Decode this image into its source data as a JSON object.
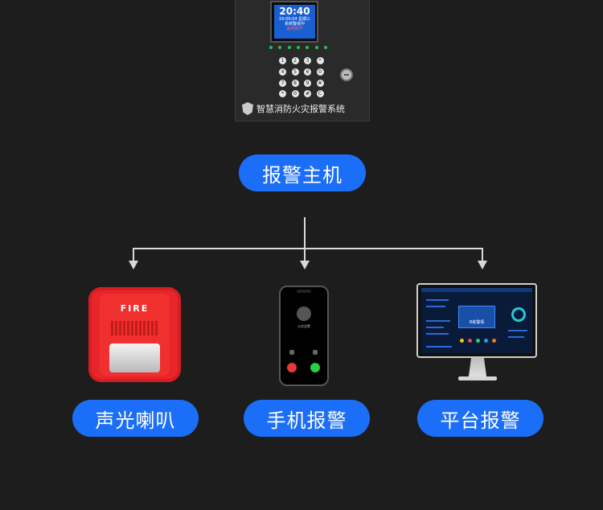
{
  "panel": {
    "lcd_time": "20:40",
    "lcd_date": "19-09-04 星期三",
    "lcd_status": "系统警戒中",
    "lcd_power": "备电断开",
    "keys": [
      "1",
      "2",
      "3",
      "*",
      "4",
      "5",
      "6",
      "0",
      "7",
      "8",
      "9",
      "#",
      "*",
      "0",
      "#",
      "C"
    ],
    "title": "智慧消防火灾报警系统"
  },
  "host_label": "报警主机",
  "outputs": [
    {
      "label": "声光喇叭",
      "icon": "fire-speaker-icon"
    },
    {
      "label": "手机报警",
      "icon": "phone-call-icon"
    },
    {
      "label": "平台报警",
      "icon": "monitor-platform-icon"
    }
  ],
  "speaker_text": "FIRE",
  "phone_caller": "火灾告警",
  "monitor_alert": "B栋警情",
  "colors": {
    "background": "#1d1d1d",
    "pill": "#1b6ef7",
    "connector": "#d9d9d9"
  }
}
